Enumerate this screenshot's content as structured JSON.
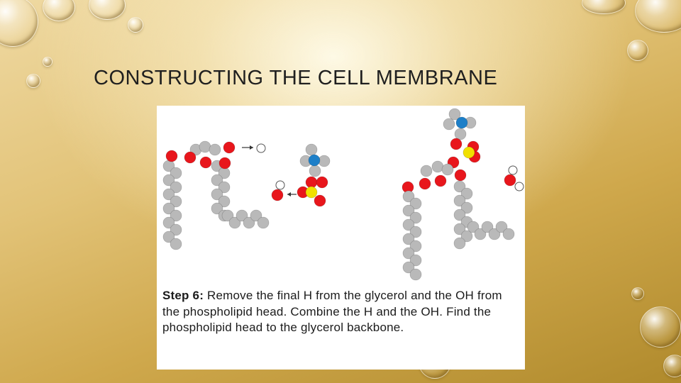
{
  "slide": {
    "title": "CONSTRUCTING THE CELL MEMBRANE",
    "caption": {
      "step_label": "Step 6:",
      "text": "Remove the final H from the glycerol and the OH from the phospholipid head.  Combine the H and the OH.  Find the phospholipid head to the glycerol backbone."
    }
  },
  "figure": {
    "atom_colors": {
      "carbon": "#b9b9b9",
      "oxygen": "#e8161c",
      "hydrogen": "#ffffff",
      "nitrogen": "#1d7fc8",
      "phosphorus": "#f1e000"
    }
  },
  "theme": {
    "background": "#d9b868",
    "title_color": "#1f1f1f"
  }
}
